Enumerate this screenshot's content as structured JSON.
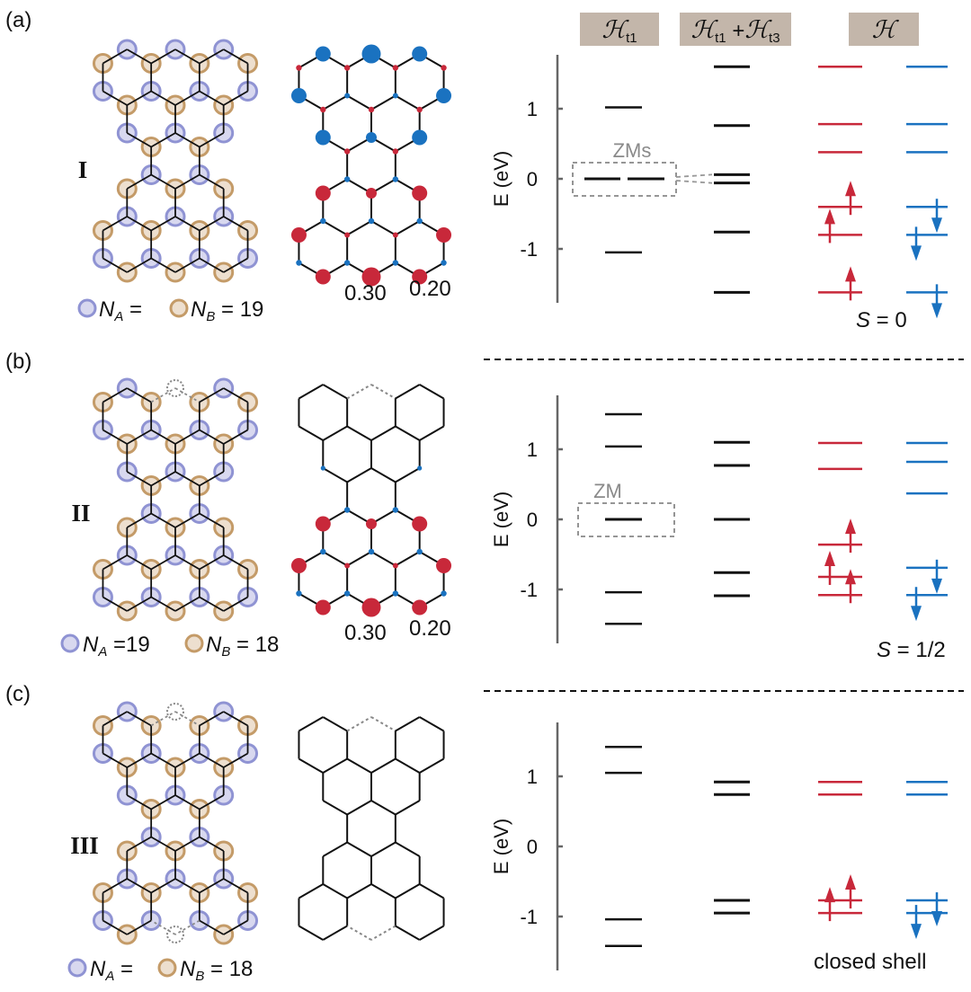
{
  "colors": {
    "spin_up": "#c8283a",
    "spin_down": "#1a72c0",
    "sublattice_A_stroke": "#8f93d3",
    "sublattice_A_fill": "#d8d8ef",
    "sublattice_B_stroke": "#c49b68",
    "sublattice_B_fill": "#eddfcf",
    "header_bg": "#c3b6aa"
  },
  "headers": {
    "ht1": {
      "symbol": "ℋ",
      "sub": "t1"
    },
    "ht1_ht3": {
      "symbol1": "ℋ",
      "sub1": "t1",
      "plus": " +",
      "symbol2": "ℋ",
      "sub2": "t3"
    },
    "h": {
      "symbol": "ℋ"
    }
  },
  "panels": [
    {
      "label": "(a)",
      "roman": "I",
      "legend": {
        "a_sym": "N",
        "a_sub": "A",
        "mid": " =",
        "b_sym": "N",
        "b_sub": "B",
        "end": " = 19"
      },
      "spin_values": [
        "0.30",
        "0.20"
      ],
      "ylabel": "E (eV)",
      "y_ticks": [
        {
          "value": 1,
          "label": "1"
        },
        {
          "value": 0,
          "label": "0"
        },
        {
          "value": -1,
          "label": "-1"
        }
      ],
      "ht1_levels": [
        1.02,
        -1.05
      ],
      "zero_modes": 2,
      "zm_label": "ZMs",
      "ht1_ht3_levels": [
        1.6,
        0.76,
        0.06,
        -0.06,
        -0.76,
        -1.62
      ],
      "h_up_levels": [
        1.6,
        0.78,
        0.38,
        -0.4,
        -0.8,
        -1.62
      ],
      "h_down_levels": [
        1.6,
        0.78,
        0.38,
        -0.4,
        -0.8,
        -1.62
      ],
      "up_arrows": [
        {
          "level": -0.4,
          "side": "right"
        },
        {
          "level": -0.8,
          "side": "left"
        },
        {
          "level": -1.62,
          "side": "right"
        }
      ],
      "down_arrows": [
        {
          "level": -0.4,
          "side": "right"
        },
        {
          "level": -0.8,
          "side": "left"
        },
        {
          "level": -1.62,
          "side": "right"
        }
      ],
      "spin": {
        "symbol": "S",
        "value": " = 0"
      },
      "spin_density": "full",
      "removed_sites": []
    },
    {
      "label": "(b)",
      "roman": "II",
      "legend": {
        "a_sym": "N",
        "a_sub": "A",
        "mid": " =19",
        "b_sym": "N",
        "b_sub": "B",
        "end": " = 18"
      },
      "spin_values": [
        "0.30",
        "0.20"
      ],
      "ylabel": "E (eV)",
      "y_ticks": [
        {
          "value": 1,
          "label": "1"
        },
        {
          "value": 0,
          "label": "0"
        },
        {
          "value": -1,
          "label": "-1"
        }
      ],
      "ht1_levels": [
        1.5,
        1.04,
        -1.04,
        -1.49
      ],
      "zero_modes": 1,
      "zm_label": "ZM",
      "ht1_ht3_levels": [
        1.1,
        0.77,
        0,
        -0.76,
        -1.09
      ],
      "h_up_levels": [
        1.09,
        0.72,
        -0.36,
        -0.82,
        -1.08
      ],
      "h_down_levels": [
        1.09,
        0.82,
        0.37,
        -0.69,
        -1.08
      ],
      "up_arrows": [
        {
          "level": -0.36,
          "side": "right"
        },
        {
          "level": -0.82,
          "side": "left"
        },
        {
          "level": -1.08,
          "side": "right"
        }
      ],
      "down_arrows": [
        {
          "level": -0.69,
          "side": "right"
        },
        {
          "level": -1.08,
          "side": "left"
        }
      ],
      "spin": {
        "symbol": "S",
        "value": " = 1/2"
      },
      "spin_density": "bottom",
      "removed_sites": [
        "top-center"
      ]
    },
    {
      "label": "(c)",
      "roman": "III",
      "legend": {
        "a_sym": "N",
        "a_sub": "A",
        "mid": " =",
        "b_sym": "N",
        "b_sub": "B",
        "end": " = 18"
      },
      "spin_values": [],
      "ylabel": "E (eV)",
      "y_ticks": [
        {
          "value": 1,
          "label": "1"
        },
        {
          "value": 0,
          "label": "0"
        },
        {
          "value": -1,
          "label": "-1"
        }
      ],
      "ht1_levels": [
        1.42,
        1.05,
        -1.04,
        -1.42
      ],
      "zero_modes": 0,
      "zm_label": "",
      "ht1_ht3_levels": [
        0.92,
        0.74,
        -0.77,
        -0.95
      ],
      "h_up_levels": [
        0.92,
        0.74,
        -0.77,
        -0.95
      ],
      "h_down_levels": [
        0.92,
        0.74,
        -0.77,
        -0.95
      ],
      "up_arrows": [
        {
          "level": -0.77,
          "side": "right"
        },
        {
          "level": -0.95,
          "side": "left"
        }
      ],
      "down_arrows": [
        {
          "level": -0.77,
          "side": "right"
        },
        {
          "level": -0.95,
          "side": "left"
        }
      ],
      "closed_shell": "closed shell",
      "spin_density": "none",
      "removed_sites": [
        "top-center",
        "bottom-center"
      ]
    }
  ]
}
